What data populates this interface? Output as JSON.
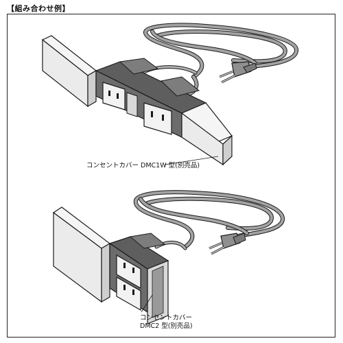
{
  "heading": "【組み合わせ例】",
  "illustrations": [
    {
      "id": "top",
      "callout": "コンセントカバー DMC1W 型(別売品)"
    },
    {
      "id": "bottom",
      "callout_line1": "コンセントカバー",
      "callout_line2": "DMC2 型(別売品)"
    }
  ],
  "colors": {
    "panel_fill": "#ececec",
    "panel_side": "#cfcfcf",
    "outlet_dark": "#6a6a6a",
    "socket_face": "#f2f2f2",
    "cable": "#9a9a9a",
    "line": "#1a1a1a"
  }
}
